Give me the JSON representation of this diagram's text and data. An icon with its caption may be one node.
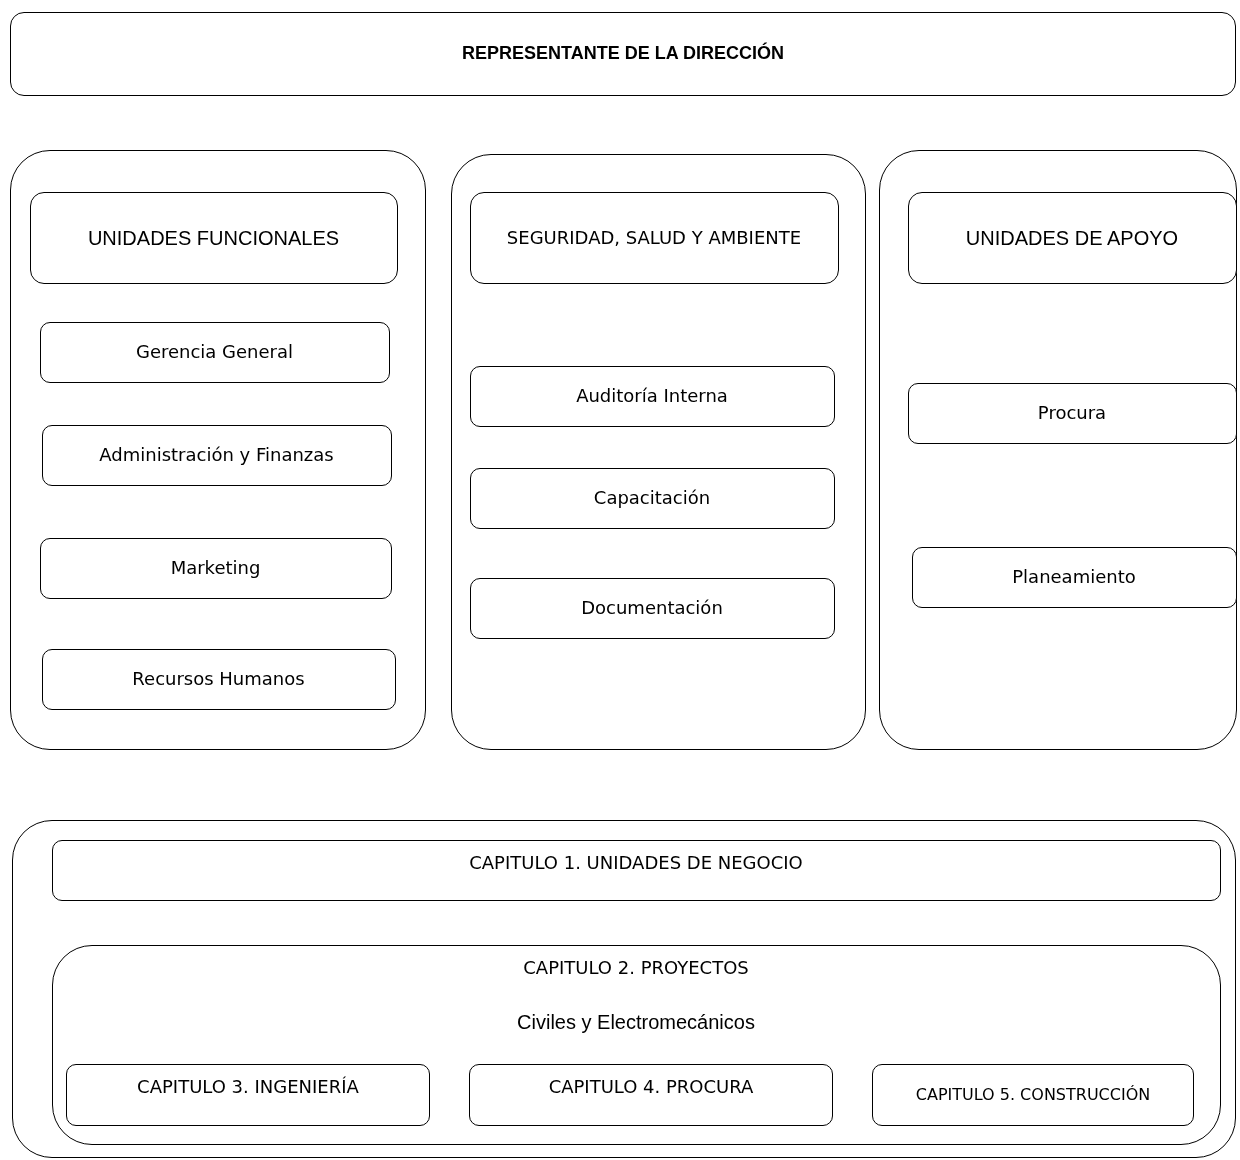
{
  "diagram": {
    "nodes": [
      {
        "text": [
          "REPRESENTANTE DE LA DIRECCIÓN"
        ]
      },
      {
        "text": [],
        "shape": "box"
      },
      {
        "text": [
          "UNIDADES FUNCIONALES"
        ],
        "in": 1
      },
      {
        "text": [
          "Gerencia General"
        ],
        "in": 1
      },
      {
        "text": [
          "Administración y Finanzas"
        ],
        "in": 1
      },
      {
        "text": [
          "Marketing"
        ],
        "in": 1
      },
      {
        "text": [
          "Recursos Humanos"
        ],
        "in": 1
      },
      {
        "text": [],
        "shape": "box"
      },
      {
        "text": [
          "SEGURIDAD, SALUD Y AMBIENTE"
        ],
        "in": 7
      },
      {
        "text": [
          "Auditoría Interna"
        ],
        "in": 7
      },
      {
        "text": [
          "Capacitación"
        ],
        "in": 7
      },
      {
        "text": [
          "Documentación"
        ],
        "in": 7
      },
      {
        "text": [],
        "shape": "box"
      },
      {
        "text": [
          "UNIDADES DE APOYO"
        ],
        "in": 12
      },
      {
        "text": [
          "Procura"
        ],
        "in": 12
      },
      {
        "text": [
          "Planeamiento"
        ],
        "in": 12
      },
      {
        "text": [],
        "shape": "box"
      },
      {
        "text": [
          "CAPITULO 1. UNIDADES DE NEGOCIO"
        ],
        "in": 16
      },
      {
        "text": [
          "CAPITULO 2. PROYECTOS",
          "Civiles y Electromecánicos"
        ],
        "in": 16
      },
      {
        "text": [
          "CAPITULO 3. INGENIERÍA"
        ],
        "in": 18
      },
      {
        "text": [
          "CAPITULO 4. PROCURA"
        ],
        "in": 18
      },
      {
        "text": [
          "CAPITULO 5. CONSTRUCCIÓN"
        ],
        "in": 18
      }
    ]
  }
}
